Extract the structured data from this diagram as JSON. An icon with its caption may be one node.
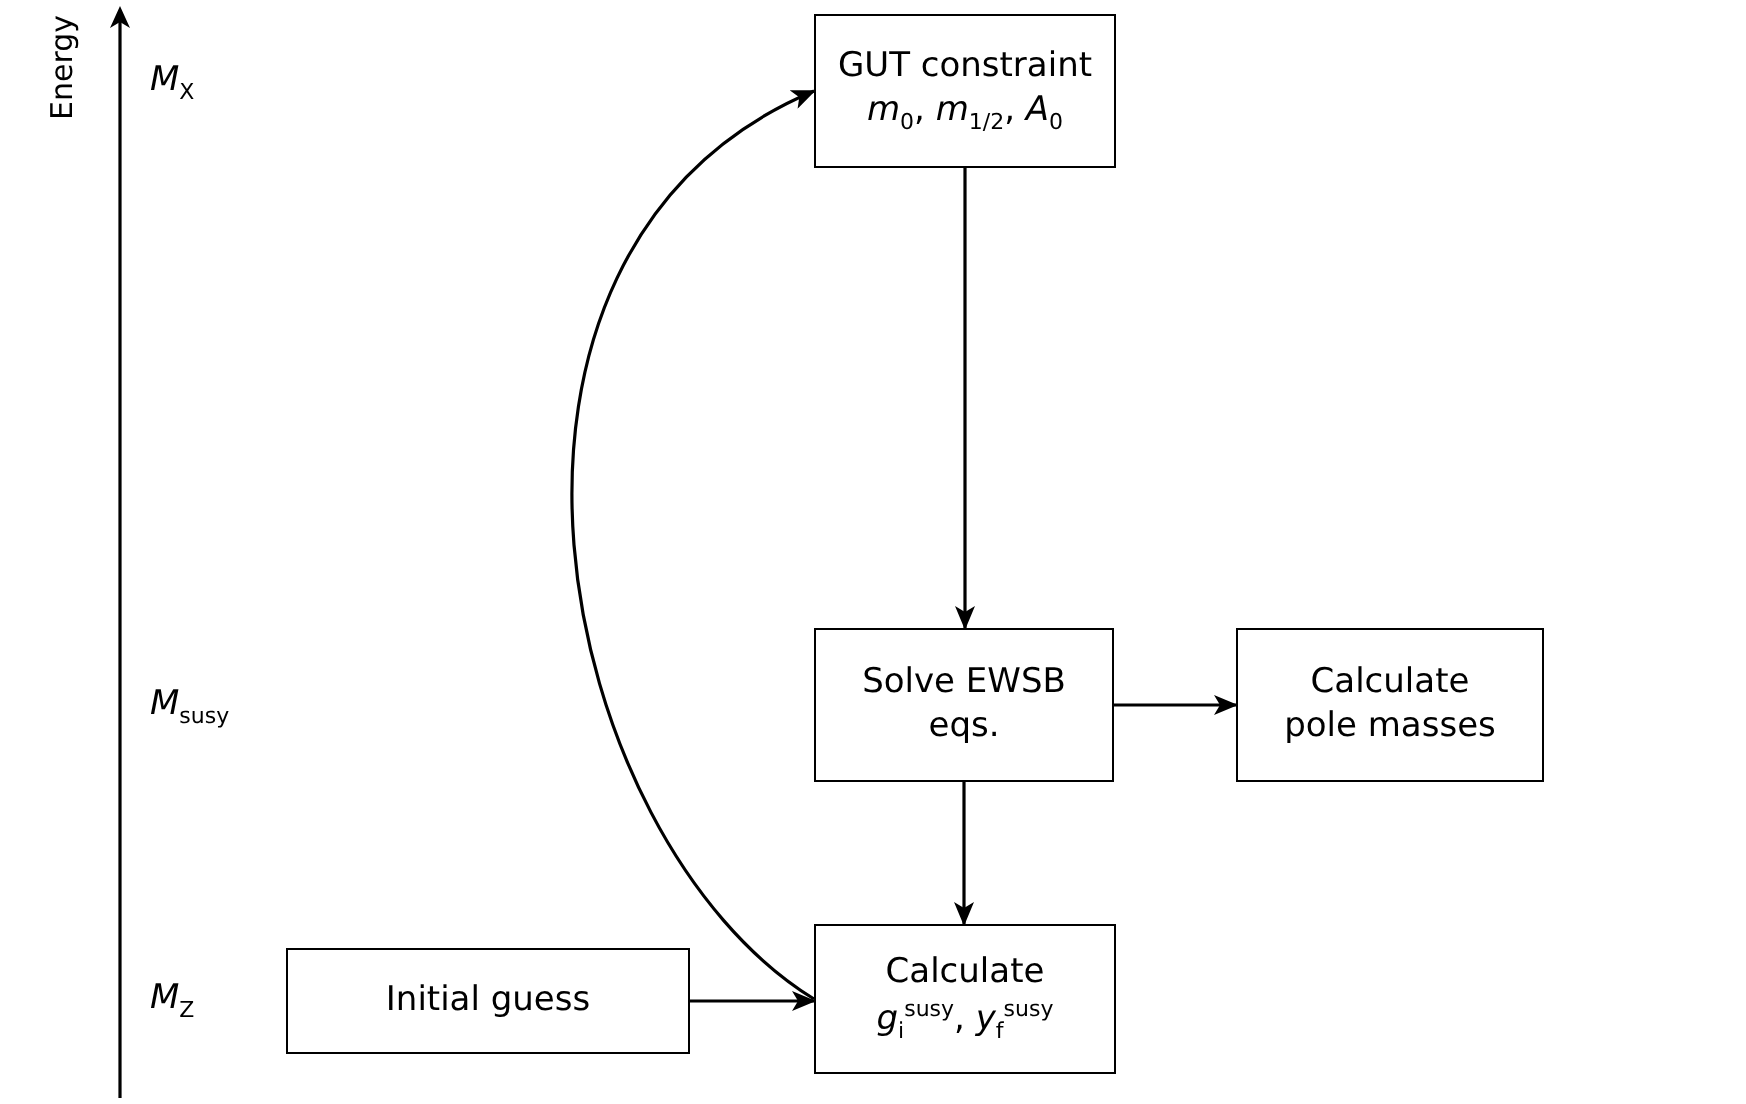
{
  "diagram": {
    "nodes": [
      {
        "text": [
          "GUT constraint",
          "*m*$_{0}$, *m*$_{1/2}$, *A*$_{0}$"
        ]
      },
      {
        "text": [
          "Solve EWSB eqs."
        ]
      },
      {
        "text": [
          "Calculate pole masses"
        ]
      },
      {
        "text": [
          "Initial guess"
        ]
      },
      {
        "text": [
          "Calculate",
          "*g*$_{i}$$^{susy}$, *y*$_{f}$$^{susy}$"
        ]
      }
    ],
    "edges": [
      {
        "from": 0,
        "to": 1,
        "arrow": "to"
      },
      {
        "from": 1,
        "to": 2,
        "arrow": "to"
      },
      {
        "from": 1,
        "to": 4,
        "arrow": "to"
      },
      {
        "from": 3,
        "to": 4,
        "arrow": "to"
      },
      {
        "from": 4,
        "to": 0,
        "arrow": "to"
      }
    ],
    "labels": [
      "Energy",
      "*M*$_{X}$",
      "*M*$_{susy}$",
      "*M*$_{Z}$"
    ]
  }
}
